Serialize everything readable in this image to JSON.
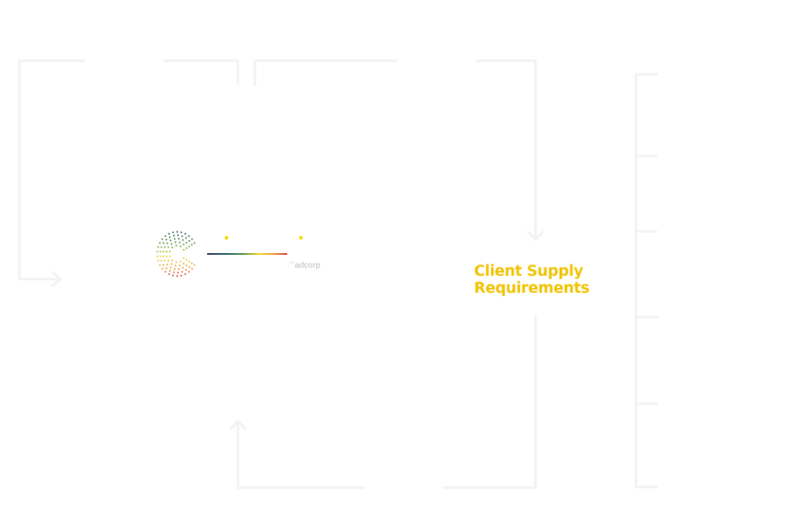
{
  "diagram": {
    "title_lines": [
      "Client Supply",
      "Requirements"
    ],
    "colors": {
      "title": "#f2c200",
      "outline": "#f2f2f2",
      "accent_dot": "#f5d800",
      "brand_text": "#b8b8b8"
    }
  },
  "logo": {
    "icon": "dotted-c-logo-icon",
    "brand_prefix": "™",
    "brand": "adcorp"
  },
  "side_panel": {
    "segments": 5
  },
  "flow": {
    "arrows": [
      "arrow-right",
      "arrow-down",
      "arrow-up"
    ]
  }
}
